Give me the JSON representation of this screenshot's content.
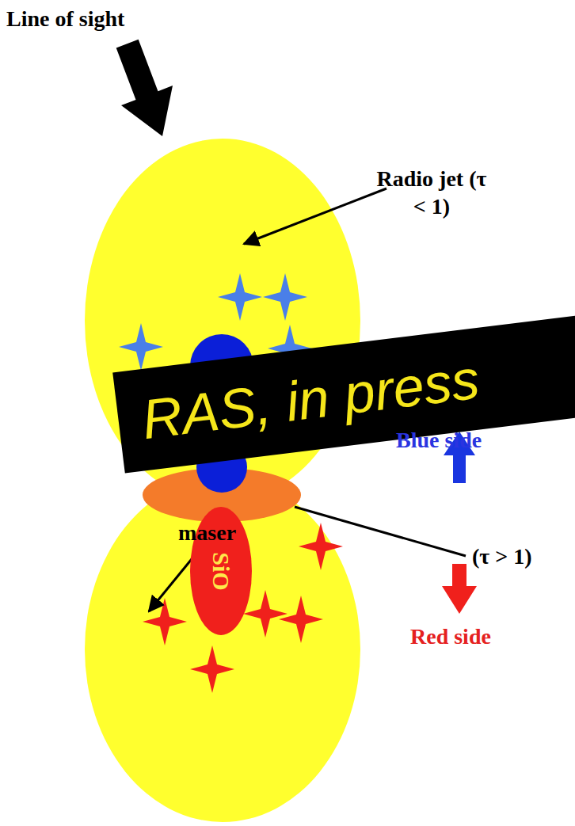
{
  "diagram": {
    "nodes": [
      {
        "text": [
          "SiO"
        ]
      },
      {
        "text": [
          "RAS, in press"
        ]
      }
    ],
    "labels": [
      "Line of sight",
      "Radio jet (τ < 1)",
      "Blue side",
      "maser",
      "(τ > 1)",
      "Red side"
    ]
  }
}
